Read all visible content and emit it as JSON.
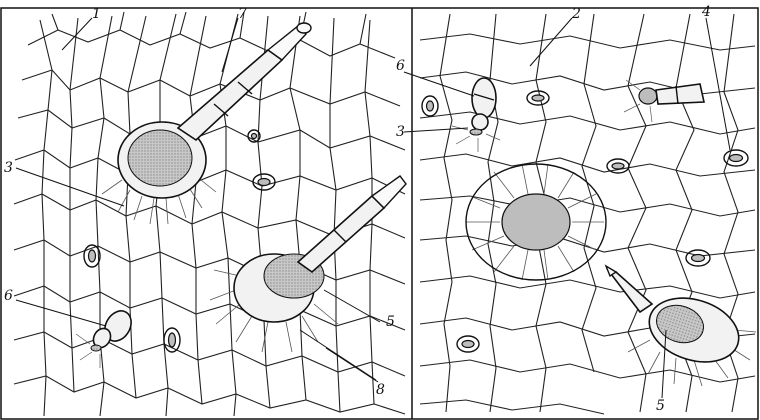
{
  "figure": {
    "labels": {
      "l1": "1",
      "l2": "2",
      "l3a": "3",
      "l3b": "3",
      "l4": "4",
      "l5a": "5",
      "l5b": "5",
      "l6a": "6",
      "l6b": "6",
      "l7": "7",
      "l8": "8"
    }
  }
}
